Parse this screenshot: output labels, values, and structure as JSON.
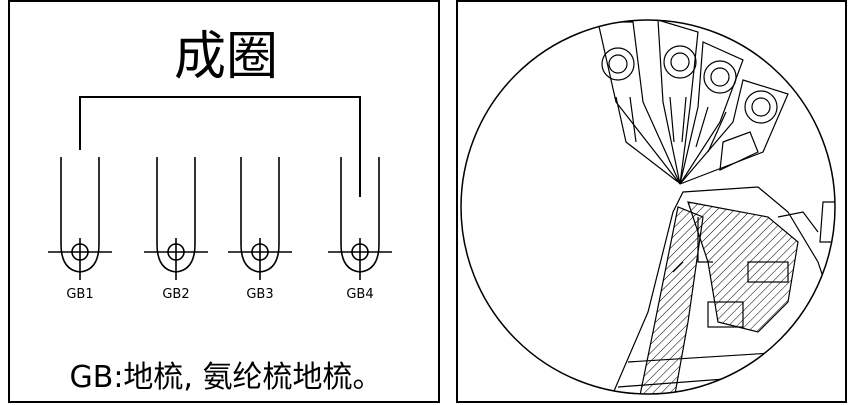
{
  "left_panel": {
    "title": "成圈",
    "needles": [
      {
        "label": "GB1"
      },
      {
        "label": "GB2"
      },
      {
        "label": "GB3"
      },
      {
        "label": "GB4"
      }
    ],
    "caption": "GB:地梳, 氨纶梳地梳。"
  },
  "right_panel": {},
  "colors": {
    "line": "#000000",
    "background": "#ffffff"
  }
}
